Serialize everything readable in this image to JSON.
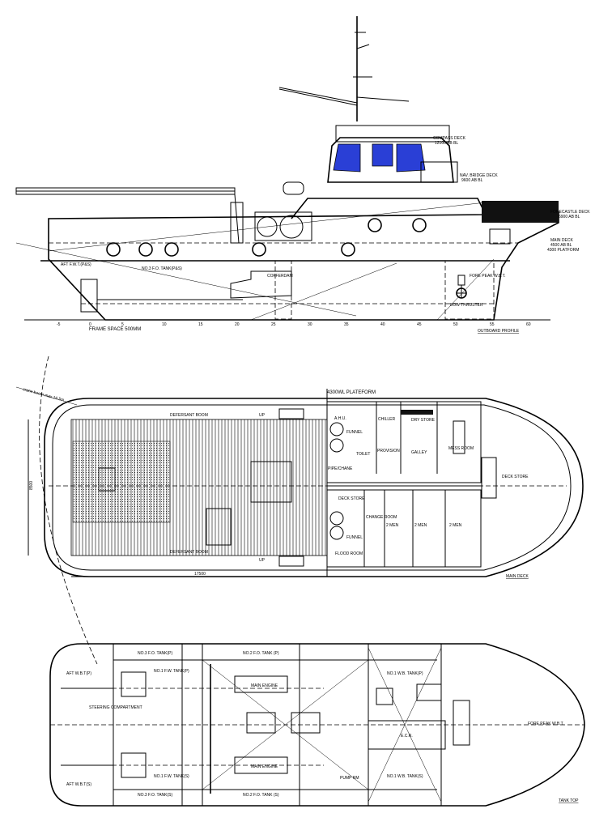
{
  "profile": {
    "title": "OUTBOARD PROFILE",
    "compass_deck": "COMPASS DECK",
    "compass_deck_level": "12100 AB BL",
    "nav_bridge_deck": "NAV. BRIDGE DECK",
    "nav_bridge_level": "9600 AB BL",
    "forecastle_deck": "FORECASTLE DECK",
    "forecastle_level": "6900 AB BL",
    "main_deck": "MAIN DECK",
    "main_deck_level": "4500 AB BL",
    "platform": "4300 PLATFORM",
    "frame_space": "FRAME SPACE 500MM",
    "aft_tank": "AFT F.W.T.(P&S)",
    "fo_tank": "NO.3 F.O. TANK(P&S)",
    "bow_thruster": "BOW THRUSTER",
    "forepeak": "FORE PEAK W.B.T.",
    "cofferdam": "COFFERDAM",
    "frame_ticks": [
      "-5",
      "0",
      "5",
      "10",
      "15",
      "20",
      "25",
      "30",
      "35",
      "40",
      "45",
      "50",
      "55",
      "60"
    ],
    "window_color": "#2a3fd6"
  },
  "main_deck_plan": {
    "title": "MAIN DECK",
    "platform_label": "4300WL PLATEFORM",
    "crane_boom": "crane boom max.16.5m",
    "boom_top": "DEFERSANT BOOM",
    "boom_bottom": "DEFERSANT BOOM",
    "up_top": "UP",
    "up_bottom": "UP",
    "beam_dim": "8500",
    "length_dim": "17500",
    "rooms": [
      "A.H.U.",
      "CHILLER",
      "DRY STORE",
      "PROVISION",
      "GALLEY",
      "MESS ROOM",
      "TOILET",
      "PIPE/CHANE",
      "DECK STORE",
      "CHANGE ROOM",
      "2 MEN",
      "2 MEN",
      "2 MEN",
      "FLOOD ROOM",
      "FUNNEL",
      "FUNNEL",
      "DECK STORE"
    ]
  },
  "tank_top_plan": {
    "title": "TANK TOP",
    "aft_wbt_p": "AFT W.B.T(P)",
    "aft_wbt_s": "AFT W.B.T(S)",
    "main_engine_top": "MAIN ENGINE",
    "main_engine_bottom": "MAIN ENGINE",
    "ecr": "E.C.R.",
    "steering": "STEERING COMPARTMENT",
    "fo_tank_p": "NO.2 F.O. TANK (P)",
    "fo_tank_s": "NO.2 F.O. TANK (S)",
    "fw_tank_p": "NO.1 F.W. TANK(P)",
    "fw_tank_s": "NO.1 F.W. TANK(S)",
    "foc_tank_p": "NO.3 F.O. TANK(P)",
    "foc_tank_s": "NO.3 F.O. TANK(S)",
    "wbt_p": "NO.1 W.B. TANK(P)",
    "wbt_s": "NO.1 W.B. TANK(S)",
    "forepeak": "FORE PEAK W.B.T.",
    "pump_room": "PUMP RM"
  }
}
